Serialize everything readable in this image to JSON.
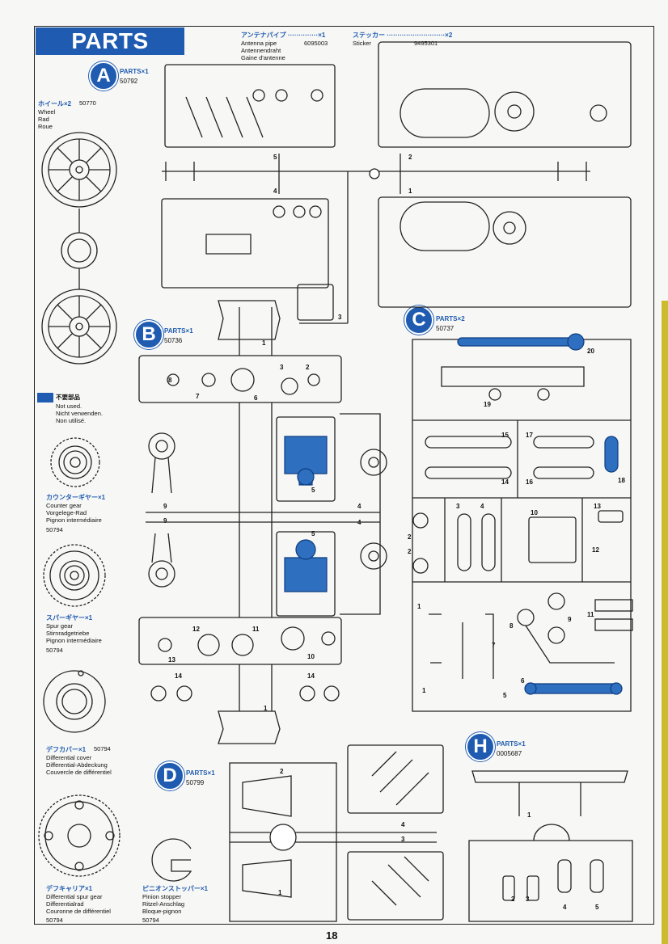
{
  "header": {
    "banner": "PARTS"
  },
  "top_items": {
    "antenna": {
      "jp": "アンテナパイプ ··············×1",
      "code": "6095003",
      "en": "Antenna pipe",
      "de": "Antennendraht",
      "fr": "Gaine d'antenne"
    },
    "sticker": {
      "jp": "ステッカー ···························×2",
      "code": "9495301",
      "en": "Sticker"
    }
  },
  "trees": {
    "A": {
      "letter": "A",
      "parts": "PARTS×1",
      "code": "50792"
    },
    "B": {
      "letter": "B",
      "parts": "PARTS×1",
      "code": "50736"
    },
    "C": {
      "letter": "C",
      "parts": "PARTS×2",
      "code": "50737"
    },
    "D": {
      "letter": "D",
      "parts": "PARTS×1",
      "code": "50799"
    },
    "H": {
      "letter": "H",
      "parts": "PARTS×1",
      "code": "0005687"
    }
  },
  "wheel": {
    "jp": "ホイール×2",
    "code": "50770",
    "en": "Wheel",
    "de": "Rad",
    "fr": "Roue"
  },
  "legend": {
    "jp": "不要部品",
    "en": "Not used.",
    "de": "Nicht verwenden.",
    "fr": "Non utilisé."
  },
  "side_parts": [
    {
      "jp": "カウンターギヤー×1",
      "en": "Counter gear",
      "de": "Vorgelege-Rad",
      "fr": "Pignon intermédiaire",
      "code": "50794"
    },
    {
      "jp": "スパーギヤー×1",
      "en": "Spur gear",
      "de": "Stirnradgetriebe",
      "fr": "Pignon intermédiaire",
      "code": "50794"
    },
    {
      "jp": "デフカバー×1",
      "code_inline": "50794",
      "en": "Differential cover",
      "de": "Differential-Abdeckung",
      "fr": "Couvercle de différentiel"
    },
    {
      "jp": "デフキャリア×1",
      "en": "Differential spur gear",
      "de": "Differentialrad",
      "fr": "Couronne de différentiel",
      "code": "50794"
    }
  ],
  "pinion_stopper": {
    "jp": "ピニオンストッパー×1",
    "en": "Pinion stopper",
    "de": "Ritzel-Anschlag",
    "fr": "Bloque-pignon",
    "code": "50794"
  },
  "part_numbers": {
    "A": [
      "5",
      "4",
      "2",
      "1",
      "3"
    ],
    "B": [
      "1",
      "8",
      "7",
      "6",
      "3",
      "2",
      "9",
      "9",
      "5",
      "4",
      "5",
      "4",
      "12",
      "11",
      "13",
      "10",
      "14",
      "14",
      "1"
    ],
    "C": [
      "20",
      "19",
      "15",
      "17",
      "14",
      "16",
      "18",
      "3",
      "4",
      "10",
      "13",
      "2",
      "2",
      "12",
      "1",
      "9",
      "11",
      "8",
      "7",
      "1",
      "5",
      "6"
    ],
    "D": [
      "2",
      "4",
      "3",
      "1"
    ],
    "H": [
      "1",
      "2",
      "3",
      "4",
      "5"
    ]
  },
  "page_number": "18"
}
